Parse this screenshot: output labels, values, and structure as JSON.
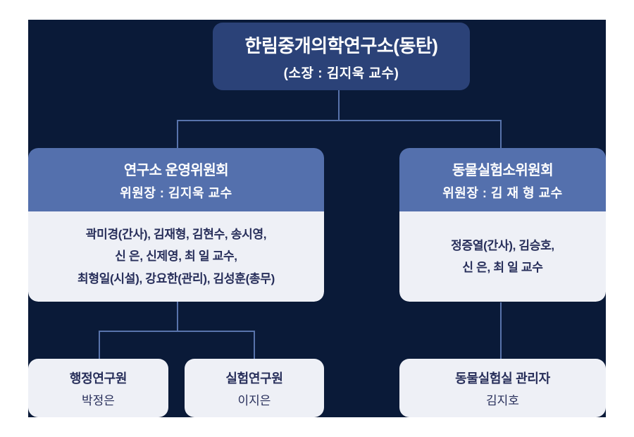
{
  "colors": {
    "page_background": "#ffffff",
    "canvas_background": "#0a1a38",
    "root_box": "#2b4278",
    "committee_header": "#5470ad",
    "light_box": "#eef0f6",
    "dark_text": "#272e5a",
    "light_text": "#ffffff",
    "connector": "#5873ab"
  },
  "root": {
    "title": "한림중개의학연구소(동탄)",
    "subtitle": "(소장 : 김지욱 교수)"
  },
  "committees": [
    {
      "title": "연구소 운영위원회",
      "chair": "위원장 : 김지욱 교수",
      "members_lines": [
        "곽미경(간사), 김재형, 김현수, 송시영,",
        "신 은, 신제영, 최 일 교수,",
        "최형일(시설), 강요한(관리), 김성훈(총무)"
      ]
    },
    {
      "title": "동물실험소위원회",
      "chair": "위원장 : 김 재 형 교수",
      "members_lines": [
        "정증열(간사), 김승호,",
        "신 은, 최 일 교수"
      ]
    }
  ],
  "staff": [
    {
      "role": "행정연구원",
      "name": "박정은"
    },
    {
      "role": "실험연구원",
      "name": "이지은"
    },
    {
      "role": "동물실험실 관리자",
      "name": "김지호"
    }
  ]
}
